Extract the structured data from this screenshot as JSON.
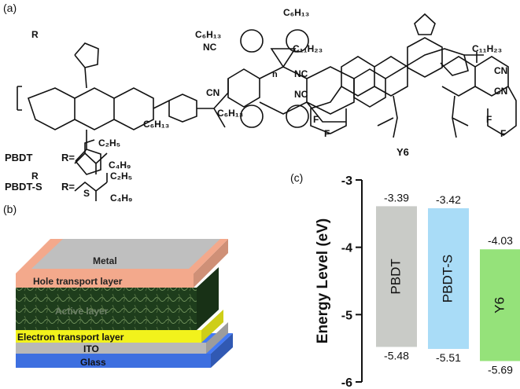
{
  "panels": {
    "a": "(a)",
    "b": "(b)",
    "c": "(c)"
  },
  "molecules": {
    "polymer": {
      "repeat_subscript": "n",
      "groups": {
        "r_top": "R",
        "r_bottom": "R",
        "hex_tl": "C₆H₁₃",
        "hex_tr": "C₆H₁₃",
        "hex_bl": "C₆H₁₃",
        "hex_br": "C₆H₁₃",
        "cn_left": "CN",
        "cn_right": "NC"
      }
    },
    "acceptor": {
      "name": "Y6",
      "groups": {
        "alkyl_left": "C₁₁H₂₃",
        "alkyl_right": "C₁₁H₂₃",
        "nc_left": "NC",
        "nc_left2": "NC",
        "cn_right": "CN",
        "cn_right2": "CN",
        "f1": "F",
        "f2": "F",
        "f3": "F",
        "f4": "F"
      }
    },
    "side_chains": [
      {
        "name": "PBDT",
        "r_eq": "R=",
        "top": "C₂H₅",
        "bottom": "C₄H₉"
      },
      {
        "name": "PBDT-S",
        "r_eq": "R=",
        "top": "C₂H₅",
        "bottom": "C₄H₉",
        "hetero": "S"
      }
    ]
  },
  "device": {
    "layers": [
      {
        "label": "Metal",
        "color": "#bfbfbf"
      },
      {
        "label": "Hole transport layer",
        "color": "#f3a98c"
      },
      {
        "label": "Active layer",
        "color": "#1e3d1c"
      },
      {
        "label": "Electron transport layer",
        "color": "#f2f21c"
      },
      {
        "label": "ITO",
        "color": "#b8b8b8"
      },
      {
        "label": "Glass",
        "color": "#3d6fe0"
      }
    ]
  },
  "chart_data": {
    "type": "bar",
    "ylabel": "Energy Level (eV)",
    "ylim": [
      -6,
      -3
    ],
    "yticks": [
      -6,
      -5,
      -4,
      -3
    ],
    "ytick_labels": [
      "-6",
      "-5",
      "-4",
      "-3"
    ],
    "bars": [
      {
        "label": "PBDT",
        "top": -3.39,
        "bottom": -5.48,
        "top_label": "-3.39",
        "bottom_label": "-5.48",
        "color": "#c9cbc7"
      },
      {
        "label": "PBDT-S",
        "top": -3.42,
        "bottom": -5.51,
        "top_label": "-3.42",
        "bottom_label": "-5.51",
        "color": "#a9dcf7"
      },
      {
        "label": "Y6",
        "top": -4.03,
        "bottom": -5.69,
        "top_label": "-4.03",
        "bottom_label": "-5.69",
        "color": "#95e27a"
      }
    ]
  }
}
